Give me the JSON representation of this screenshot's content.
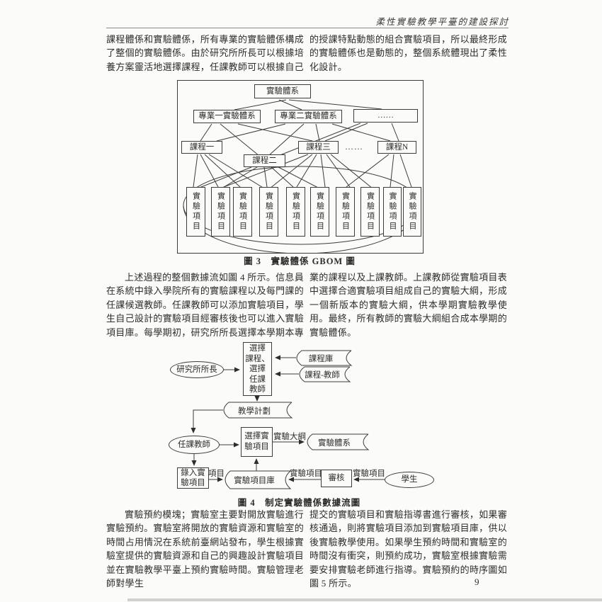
{
  "page": {
    "header_title": "柔性實驗教學平臺的建設探討",
    "page_number": "9"
  },
  "paragraphs": {
    "p1_left": "課程體係和實驗體係，所有專業的實驗體係構成了整個的實驗體係。由於研究所所長可以根據培養方案靈活地選擇課程，任課教師可以根據自己",
    "p1_right": "的授課特點動態的組合實驗項目，所以最終形成的實驗體係也是動態的，整個系統體現出了柔性化設計。",
    "p2_left": "上述過程的整個數據流如圖 4 所示。信息員在系統中錄入學院所有的實驗課程以及每門課的任課候選教師。任課教師可以添加實驗項目，學生自己設計的實驗項目經審核後也可以進入實驗項目庫。每學期初，研究所所長選擇本學期本專",
    "p2_right": "業的課程以及上課教師。上課教師從實驗項目表中選擇合適實驗項目組成自己的實驗大綱，形成一個新版本的實驗大綱，供本學期實驗教學使用。最終，所有教師的實驗大綱組合成本學期的實驗體係。",
    "p3_left": "實驗預約模塊；實驗室主要對開放實驗進行實驗預約。實驗室將開放的實驗資源和實驗室的時間占用情況在系統前臺網站發布，學生根據實驗室提供的實驗資源和自己的興趣設計實驗項目並在實驗教學平臺上預約實驗時間。實驗管理老師對學生",
    "p3_right": "提交的實驗項目和實驗指導書進行審核，如果審核通過，則將實驗項目添加到實驗項目庫，供以後實驗教學使用。如果學生預約時間和實驗室的時間沒有衝突，則預約成功，實驗室根據實驗需要安排實驗老師進行指導。實驗預約的時序圖如圖 5 所示。"
  },
  "figure3": {
    "caption": "圖 3　實驗體係 GBOM 圖",
    "nodes": {
      "root": "實驗體系",
      "major1": "專業一實驗體系",
      "major2": "專業二實驗體系",
      "major_more": "……",
      "course1": "課程一",
      "course2": "課程二",
      "course3": "課程三",
      "course_dots": "……",
      "courseN": "課程N",
      "item": "實驗項目"
    }
  },
  "figure4": {
    "caption": "圖 4　制定實驗體係數據流圖",
    "nodes": {
      "director": "研究所所長",
      "select_course": "選擇\n課程、\n選擇\n任課\n教師",
      "course_db": "課程庫",
      "course_teacher_db": "課程-教師",
      "teaching_plan": "教學計劃",
      "teacher": "任課教師",
      "select_project": "選擇實\n驗項目",
      "exp_system_db": "實驗體系",
      "input_project": "錄入實\n驗項目",
      "project_db": "實驗項目庫",
      "audit": "審核",
      "student": "學生"
    },
    "edge_labels": {
      "outline": "實驗大綱",
      "project": "項目",
      "exp_project_left": "實驗項目",
      "exp_project_right": "實驗項目"
    }
  }
}
